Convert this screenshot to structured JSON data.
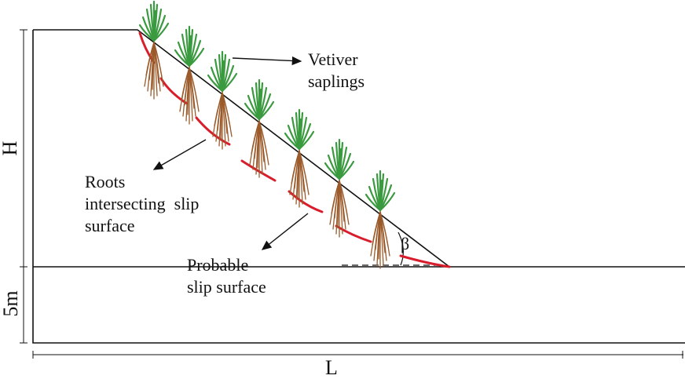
{
  "labels": {
    "vetiver_line1": "Vetiver",
    "vetiver_line2": "saplings",
    "roots_line1": "Roots",
    "roots_line2": "intersecting  slip",
    "roots_line3": "surface",
    "probable_line1": "Probable",
    "probable_line2": "slip surface",
    "beta": "β"
  },
  "dimensions": {
    "height": "H",
    "base": "5m",
    "length": "L"
  },
  "saplings_count": 7,
  "colors": {
    "outline": "#111111",
    "slip_surface": "#d81e2c",
    "leaves": "#3a9a3f",
    "roots": "#9a5a2a"
  }
}
